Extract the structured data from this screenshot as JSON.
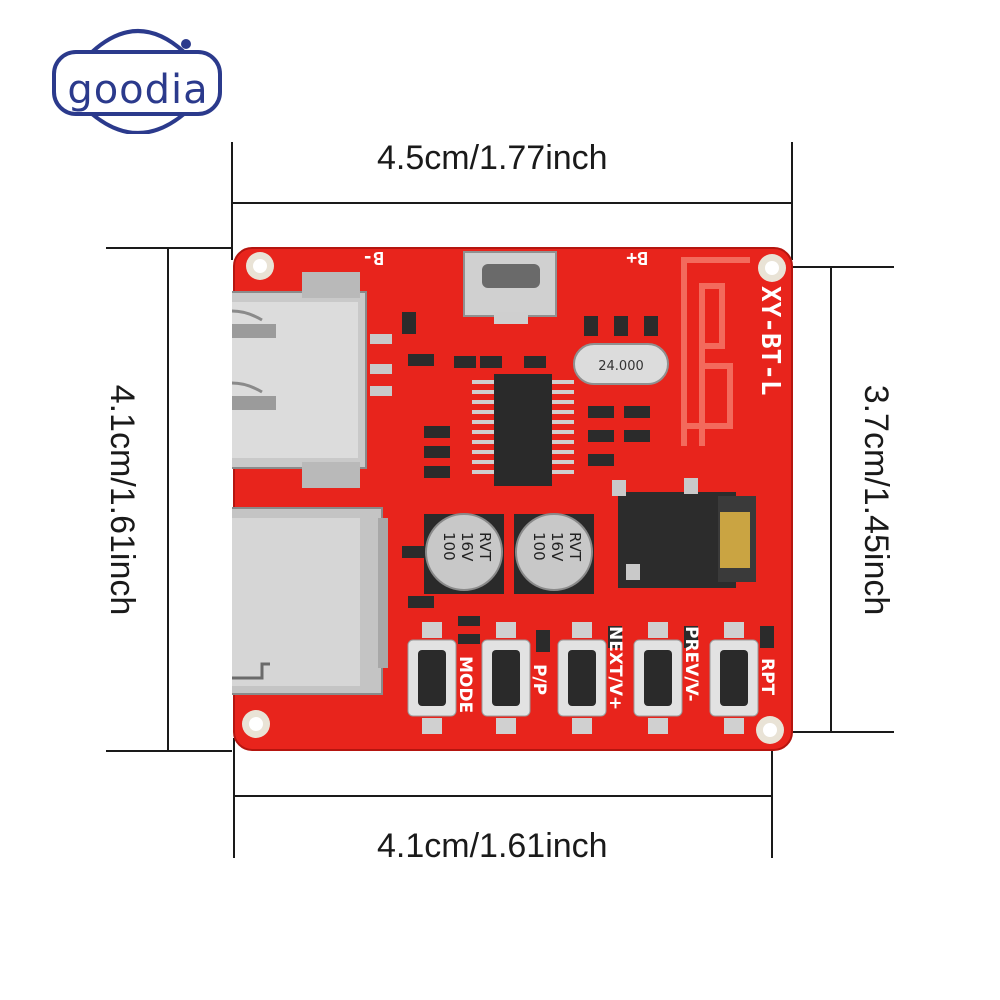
{
  "logo": {
    "text": "goodia",
    "color": "#2b3a8c"
  },
  "dimensions": {
    "top_width": "4.5cm/1.77inch",
    "bottom_width": "4.1cm/1.61inch",
    "left_height": "4.1cm/1.61inch",
    "right_height": "3.7cm/1.45inch"
  },
  "board": {
    "color": "#e8241c",
    "model_label": "XY-BT-L",
    "b_minus_label": "B-",
    "b_plus_label": "B+",
    "crystal_label": "24.000",
    "capacitor_label": [
      "100",
      "16V",
      "RVT"
    ],
    "buttons": [
      "MODE",
      "P/P",
      "NEXT/V+",
      "PREV/V-",
      "RPT"
    ]
  }
}
